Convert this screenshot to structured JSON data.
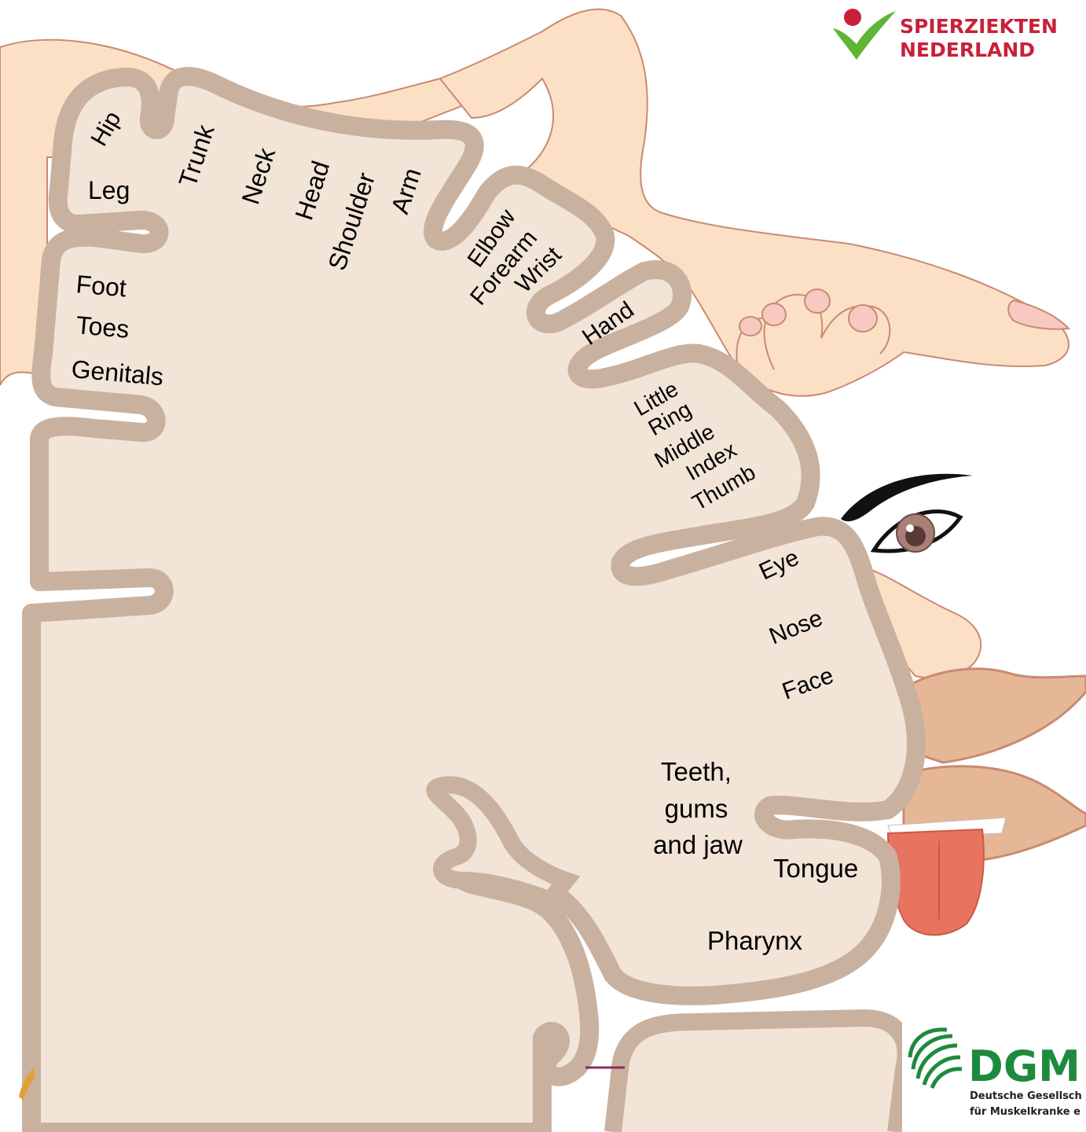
{
  "colors": {
    "skin": "#fbe0c6",
    "skin_outline": "#c98a72",
    "cortex_fill": "#f2e4d7",
    "cortex_border": "#c9b1a0",
    "lips": "#e3b89a",
    "tongue": "#e66a5a",
    "spierziekten_red": "#c8203a",
    "spierziekten_green": "#5fb534",
    "dgm_green": "#1e8a3e"
  },
  "labels": {
    "hip": "Hip",
    "leg": "Leg",
    "trunk": "Trunk",
    "neck": "Neck",
    "head": "Head",
    "shoulder": "Shoulder",
    "arm": "Arm",
    "elbow": "Elbow",
    "forearm": "Forearm",
    "wrist": "Wrist",
    "hand": "Hand",
    "foot": "Foot",
    "toes": "Toes",
    "genitals": "Genitals",
    "little": "Little",
    "ring": "Ring",
    "middle": "Middle",
    "index": "Index",
    "thumb": "Thumb",
    "eye": "Eye",
    "nose": "Nose",
    "face": "Face",
    "teeth_1": "Teeth,",
    "teeth_2": "gums",
    "teeth_3": "and jaw",
    "tongue": "Tongue",
    "pharynx": "Pharynx"
  },
  "logos": {
    "spierziekten_line1": "SPIERZIEKTEN",
    "spierziekten_line2": "NEDERLAND",
    "dgm_name": "DGM",
    "dgm_line1": "Deutsche Gesellsch",
    "dgm_line2": "für Muskelkranke e"
  }
}
